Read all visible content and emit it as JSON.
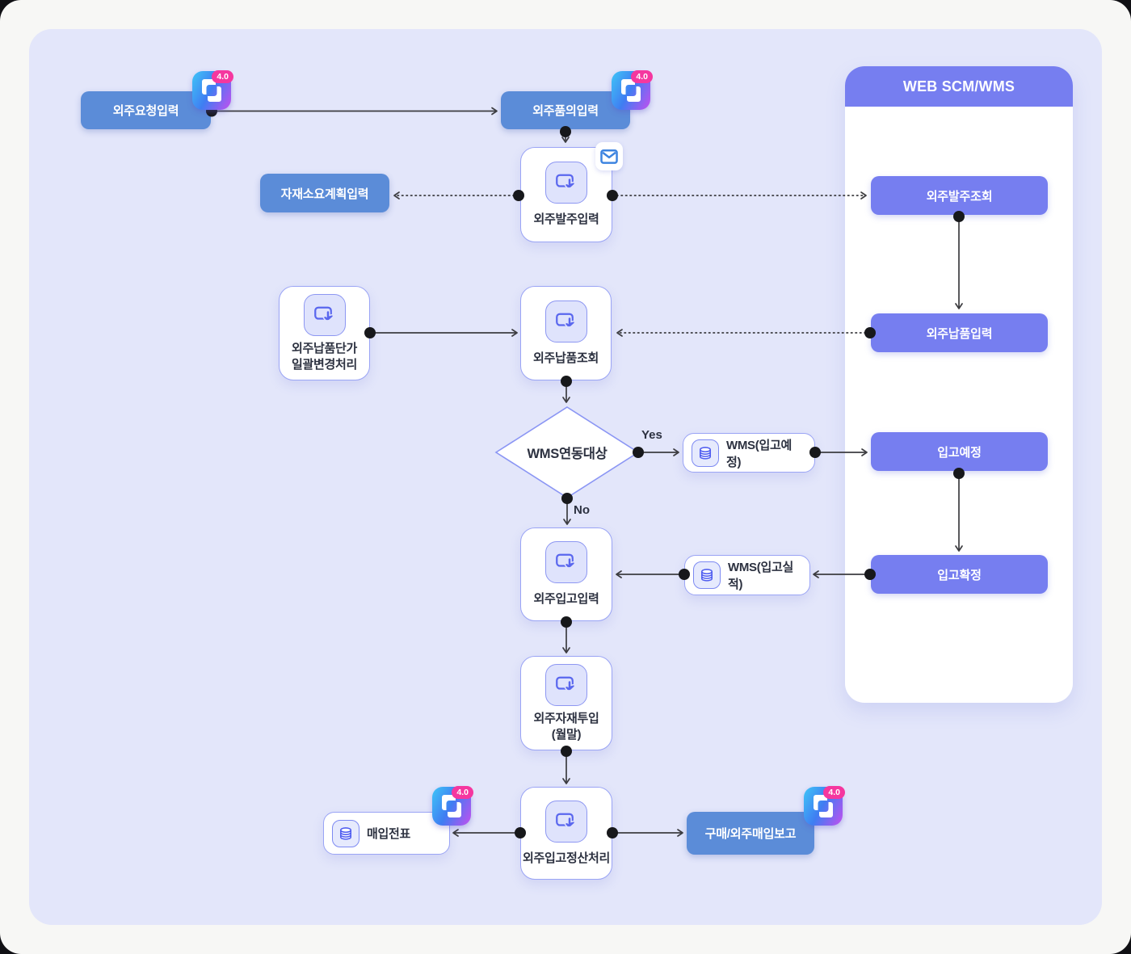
{
  "badge_version": "4.0",
  "colors": {
    "blue": "#5b8cd8",
    "purple": "#767ef0",
    "board": "#e3e6fa",
    "line": "#3c3c40",
    "badge_pink": "#f5379f"
  },
  "flow": {
    "request": "외주요청입력",
    "approval": "외주품의입력",
    "mrp": "자재소요계획입력",
    "po_entry": "외주발주입력",
    "price_batch_line1": "외주납품단가",
    "price_batch_line2": "일괄변경처리",
    "delivery_inquiry": "외주납품조회",
    "decision": "WMS연동대상",
    "label_yes": "Yes",
    "label_no": "No",
    "wms_expected": "WMS(입고예정)",
    "wms_actual": "WMS(입고실적)",
    "receipt_entry": "외주입고입력",
    "material_input_line1": "외주자재투입",
    "material_input_line2": "(월말)",
    "settlement": "외주입고정산처리",
    "voucher": "매입전표",
    "purchase_report": "구매/외주매입보고"
  },
  "panel": {
    "title": "WEB SCM/WMS",
    "items": [
      "외주발주조회",
      "외주납품입력",
      "입고예정",
      "입고확정"
    ]
  }
}
